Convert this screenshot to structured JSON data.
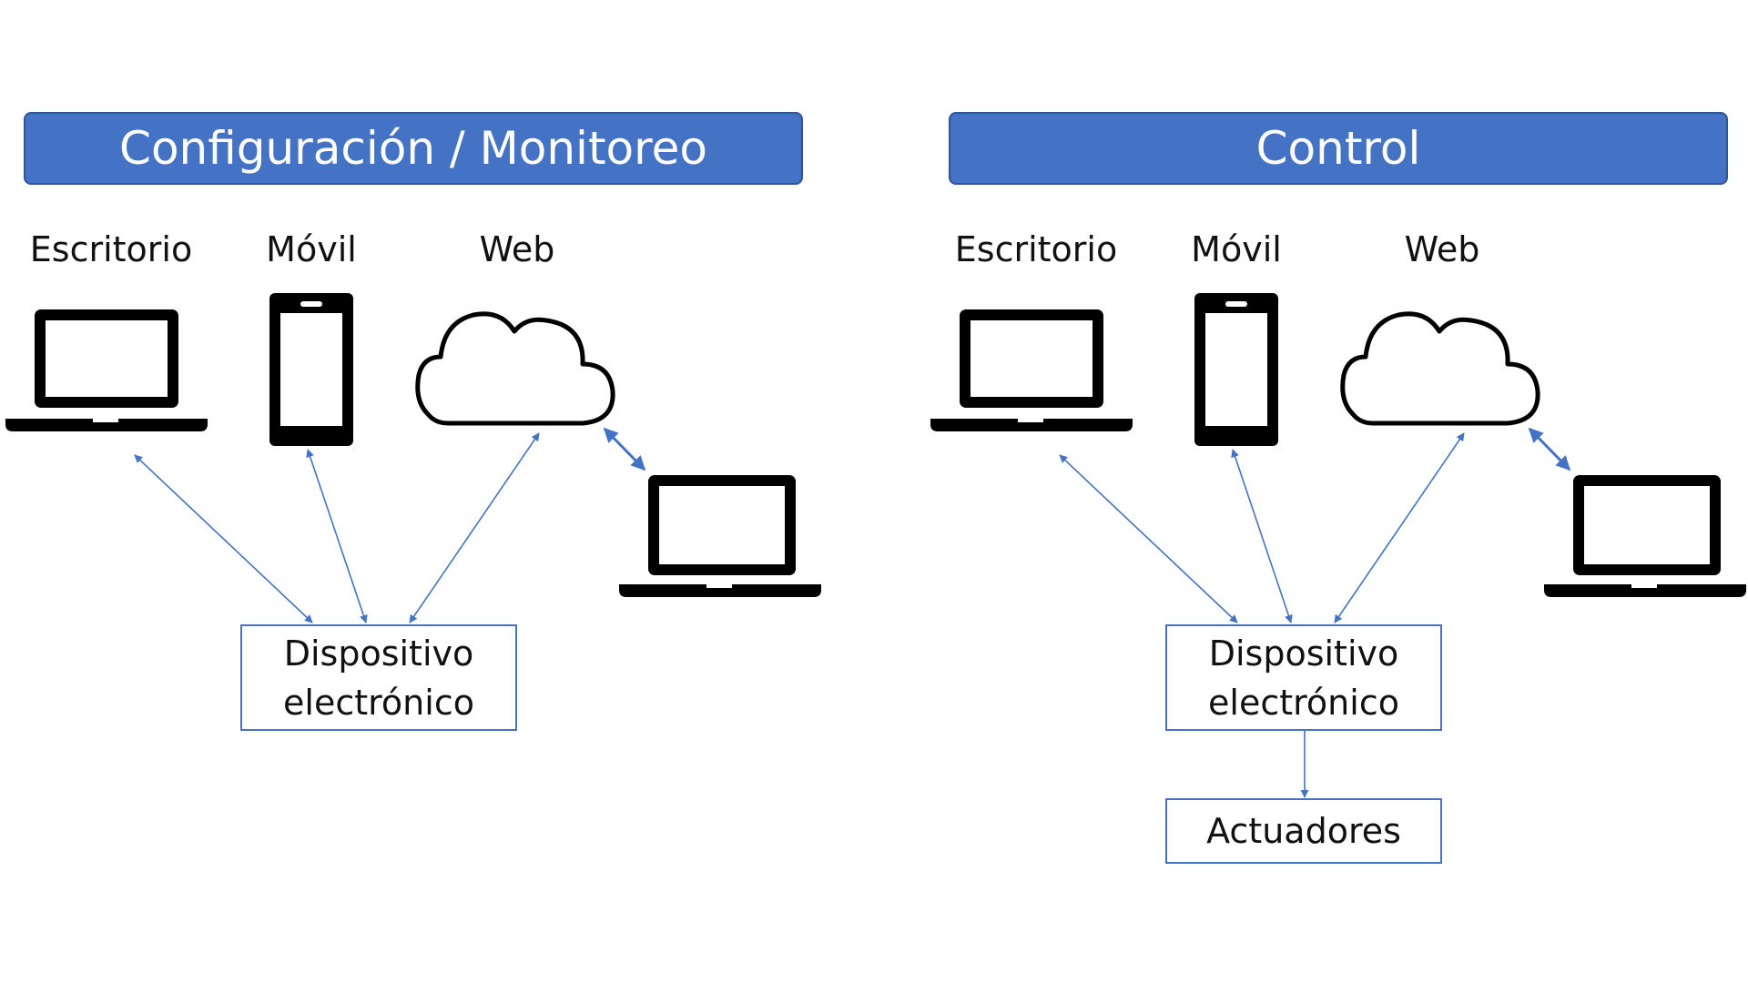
{
  "panels": [
    {
      "title": "Configuración / Monitoreo",
      "devices": {
        "desktop": "Escritorio",
        "mobile": "Móvil",
        "web": "Web"
      },
      "device_box": {
        "line1": "Dispositivo",
        "line2": "electrónico"
      }
    },
    {
      "title": "Control",
      "devices": {
        "desktop": "Escritorio",
        "mobile": "Móvil",
        "web": "Web"
      },
      "device_box": {
        "line1": "Dispositivo",
        "line2": "electrónico"
      },
      "actuators": "Actuadores"
    }
  ],
  "icons": [
    "laptop-icon",
    "smartphone-icon",
    "cloud-icon",
    "laptop-icon"
  ],
  "colors": {
    "title_fill": "#4472C4",
    "connector": "#4472C4",
    "icon": "#000000",
    "text": "#111111"
  }
}
